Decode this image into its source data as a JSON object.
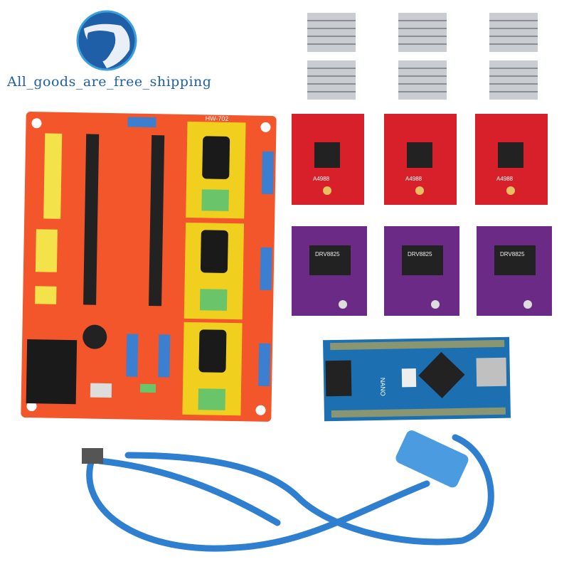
{
  "logo": {
    "text": "All_goods_are_free_shipping",
    "color": "#1f5fa8"
  },
  "products": {
    "cnc_shield": {
      "label": "HW-702",
      "color": "#f2562a"
    },
    "stepper_driver_red": {
      "label": "A4988",
      "count": 3,
      "color": "#d8202a"
    },
    "stepper_driver_purple": {
      "label": "DRV8825",
      "count": 3,
      "color": "#6a2a86"
    },
    "nano": {
      "label": "NANO",
      "color": "#1c6fb0"
    },
    "heatsinks": {
      "count": 6,
      "color": "#c9ccd0"
    },
    "usb_cable": {
      "color": "#2f7fd0"
    }
  }
}
